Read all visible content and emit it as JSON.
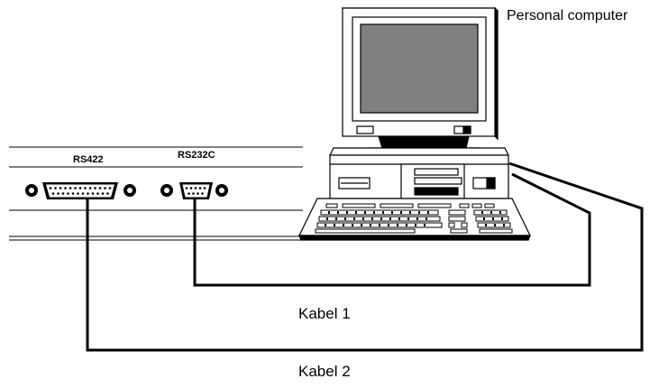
{
  "labels": {
    "computer": "Personal computer",
    "port_rs422": "RS422",
    "port_rs232": "RS232C",
    "cable1": "Kabel 1",
    "cable2": "Kabel 2"
  },
  "colors": {
    "line": "#000000",
    "screen": "#808080",
    "background": "#ffffff"
  }
}
